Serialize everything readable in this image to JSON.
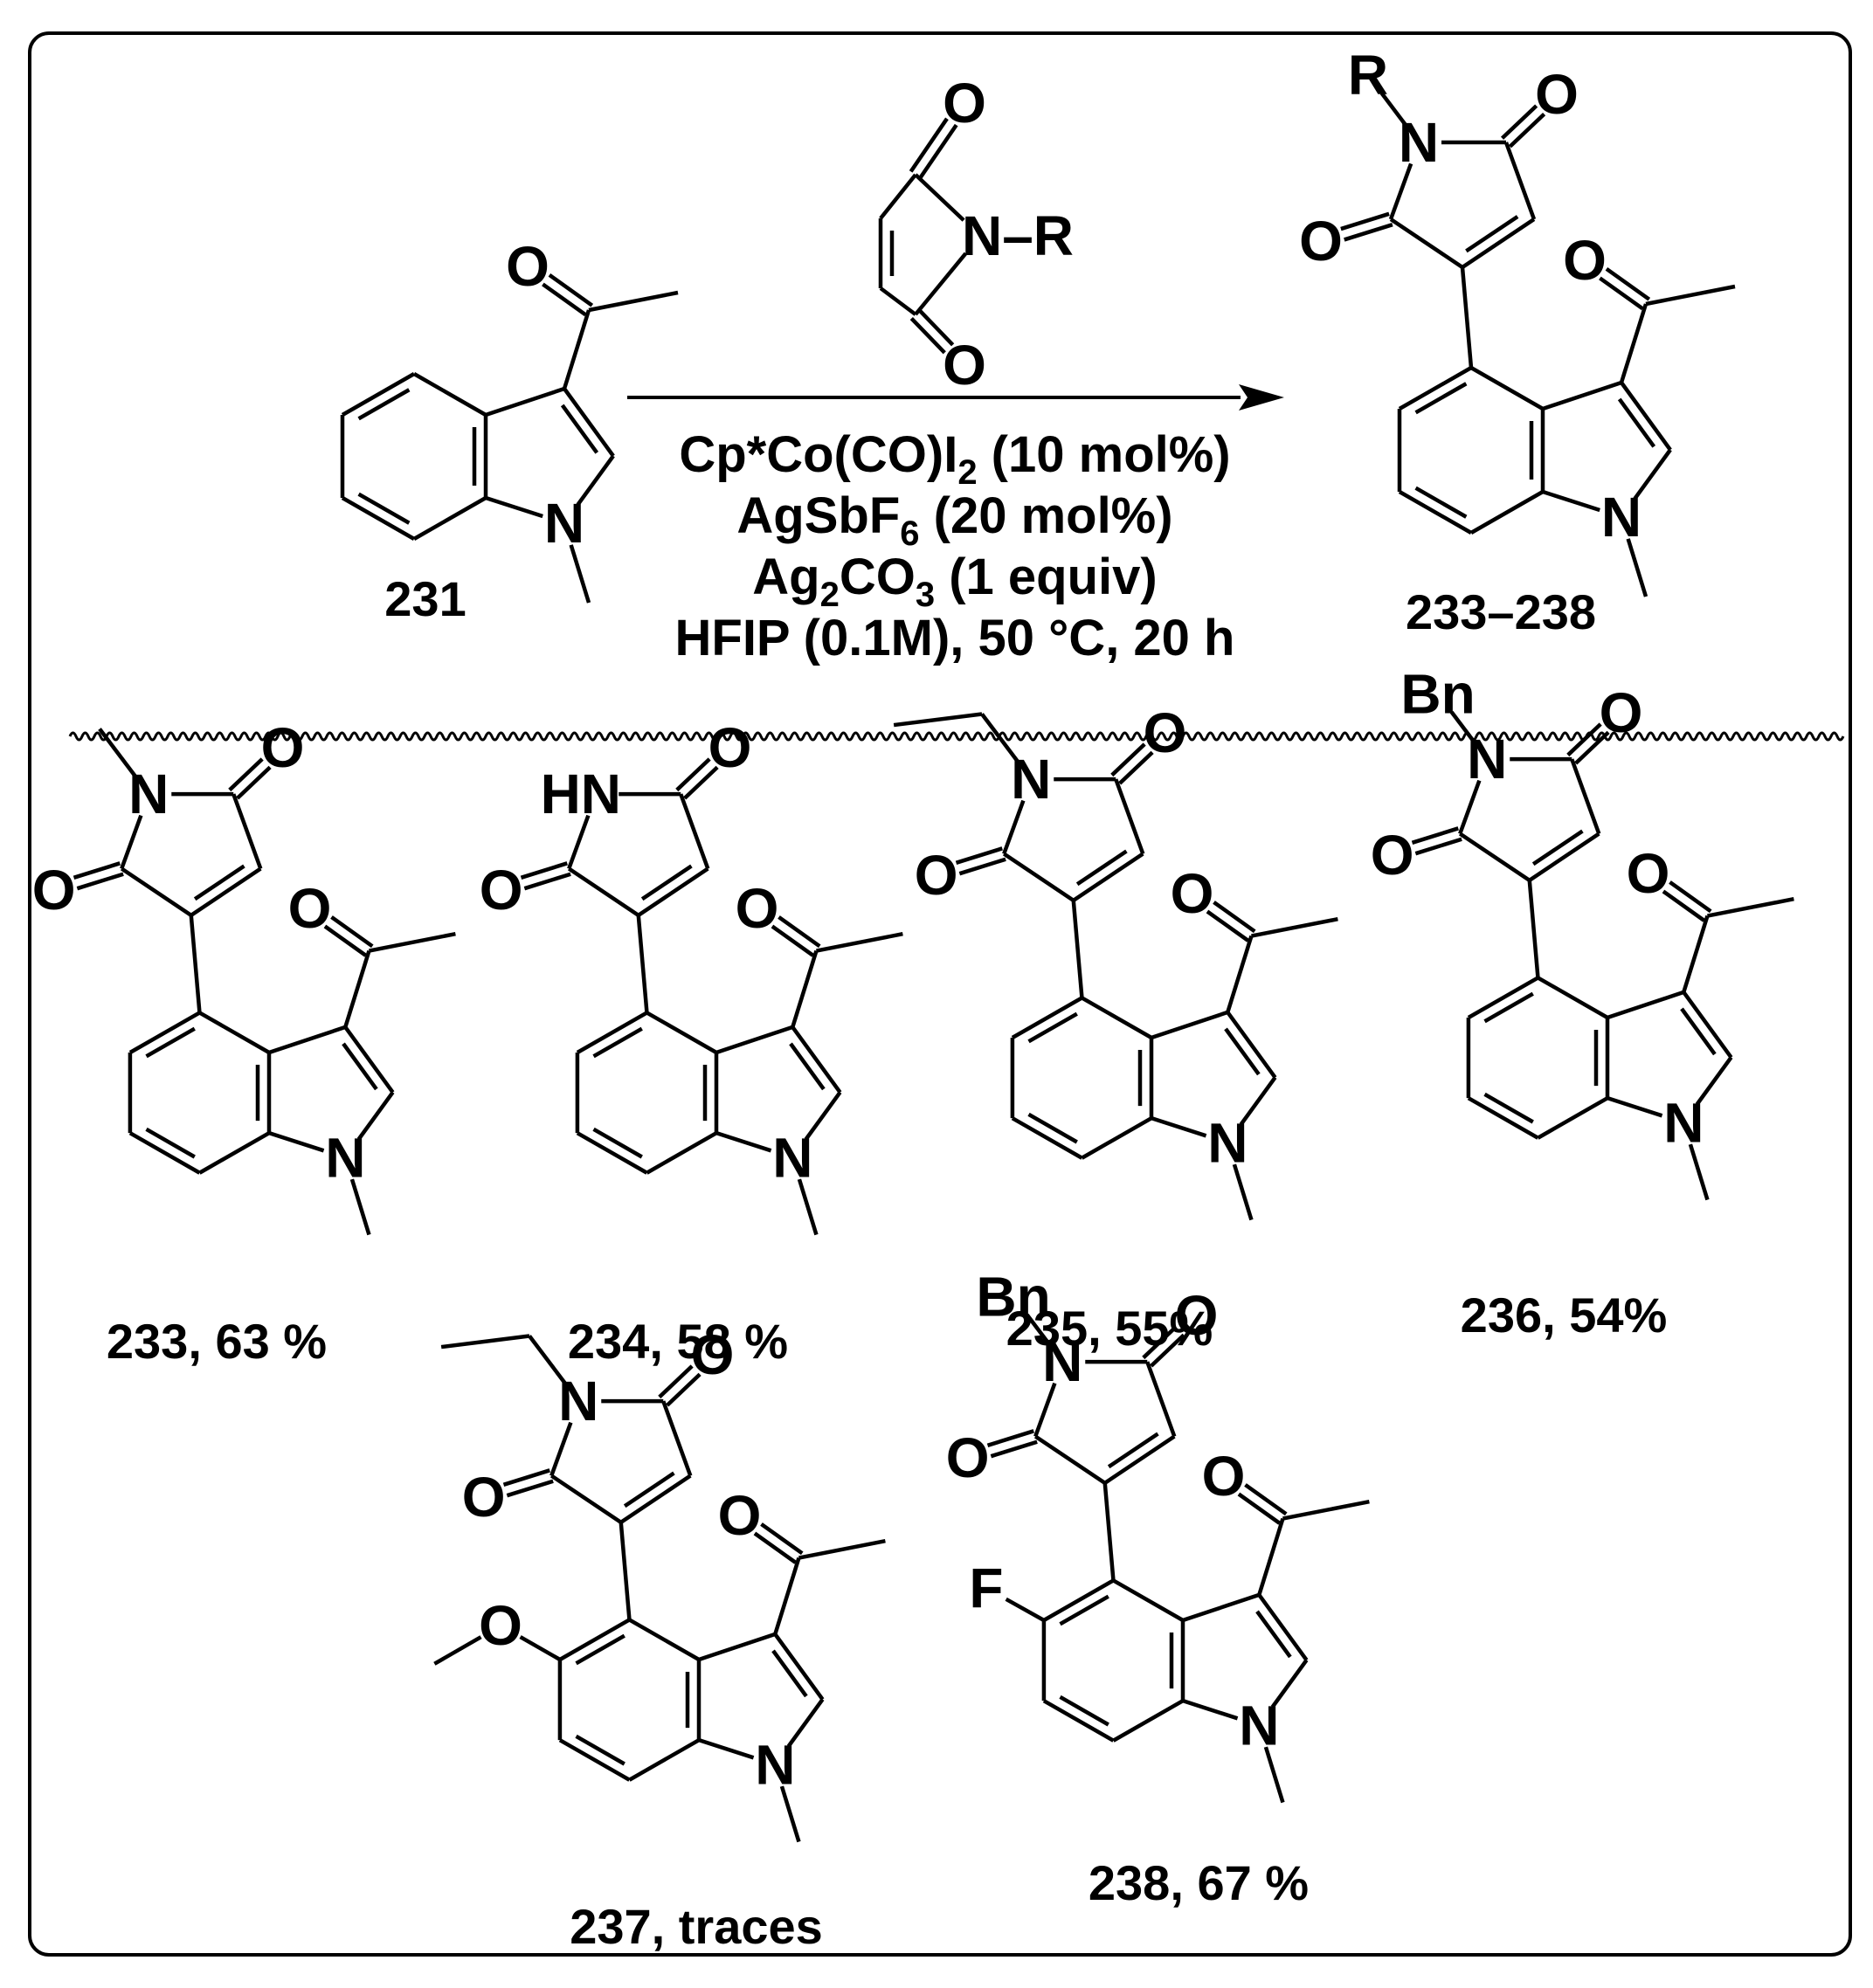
{
  "scheme": {
    "reactant_label": "231",
    "product_label": "233–238",
    "reagent_substituent": "N–R",
    "conditions": {
      "line1": {
        "a": "Cp*Co(CO)I",
        "b": "2",
        "c": " (10 mol%)"
      },
      "line2": {
        "a": "AgSbF",
        "b": "6",
        "c": " (20 mol%)"
      },
      "line3": {
        "a": "Ag",
        "b": "2",
        "c": "CO",
        "d": "3",
        "e": " (1 equiv)"
      },
      "line4": "HFIP (0.1M), 50 °C, 20 h"
    }
  },
  "atoms": {
    "O": "O",
    "N": "N",
    "HN": "HN",
    "R": "R",
    "Bn": "Bn",
    "F": "F"
  },
  "examples": [
    {
      "label": "233, 63 %",
      "n_substituent": "methyl",
      "ring_substituent": "none"
    },
    {
      "label": "234, 58 %",
      "n_substituent": "H",
      "ring_substituent": "none"
    },
    {
      "label": "235, 55%",
      "n_substituent": "ethyl",
      "ring_substituent": "none"
    },
    {
      "label": "236, 54%",
      "n_substituent": "Bn",
      "ring_substituent": "none"
    },
    {
      "label": "237, traces",
      "n_substituent": "ethyl",
      "ring_substituent": "methoxy"
    },
    {
      "label": "238, 67 %",
      "n_substituent": "Bn",
      "ring_substituent": "F"
    }
  ]
}
